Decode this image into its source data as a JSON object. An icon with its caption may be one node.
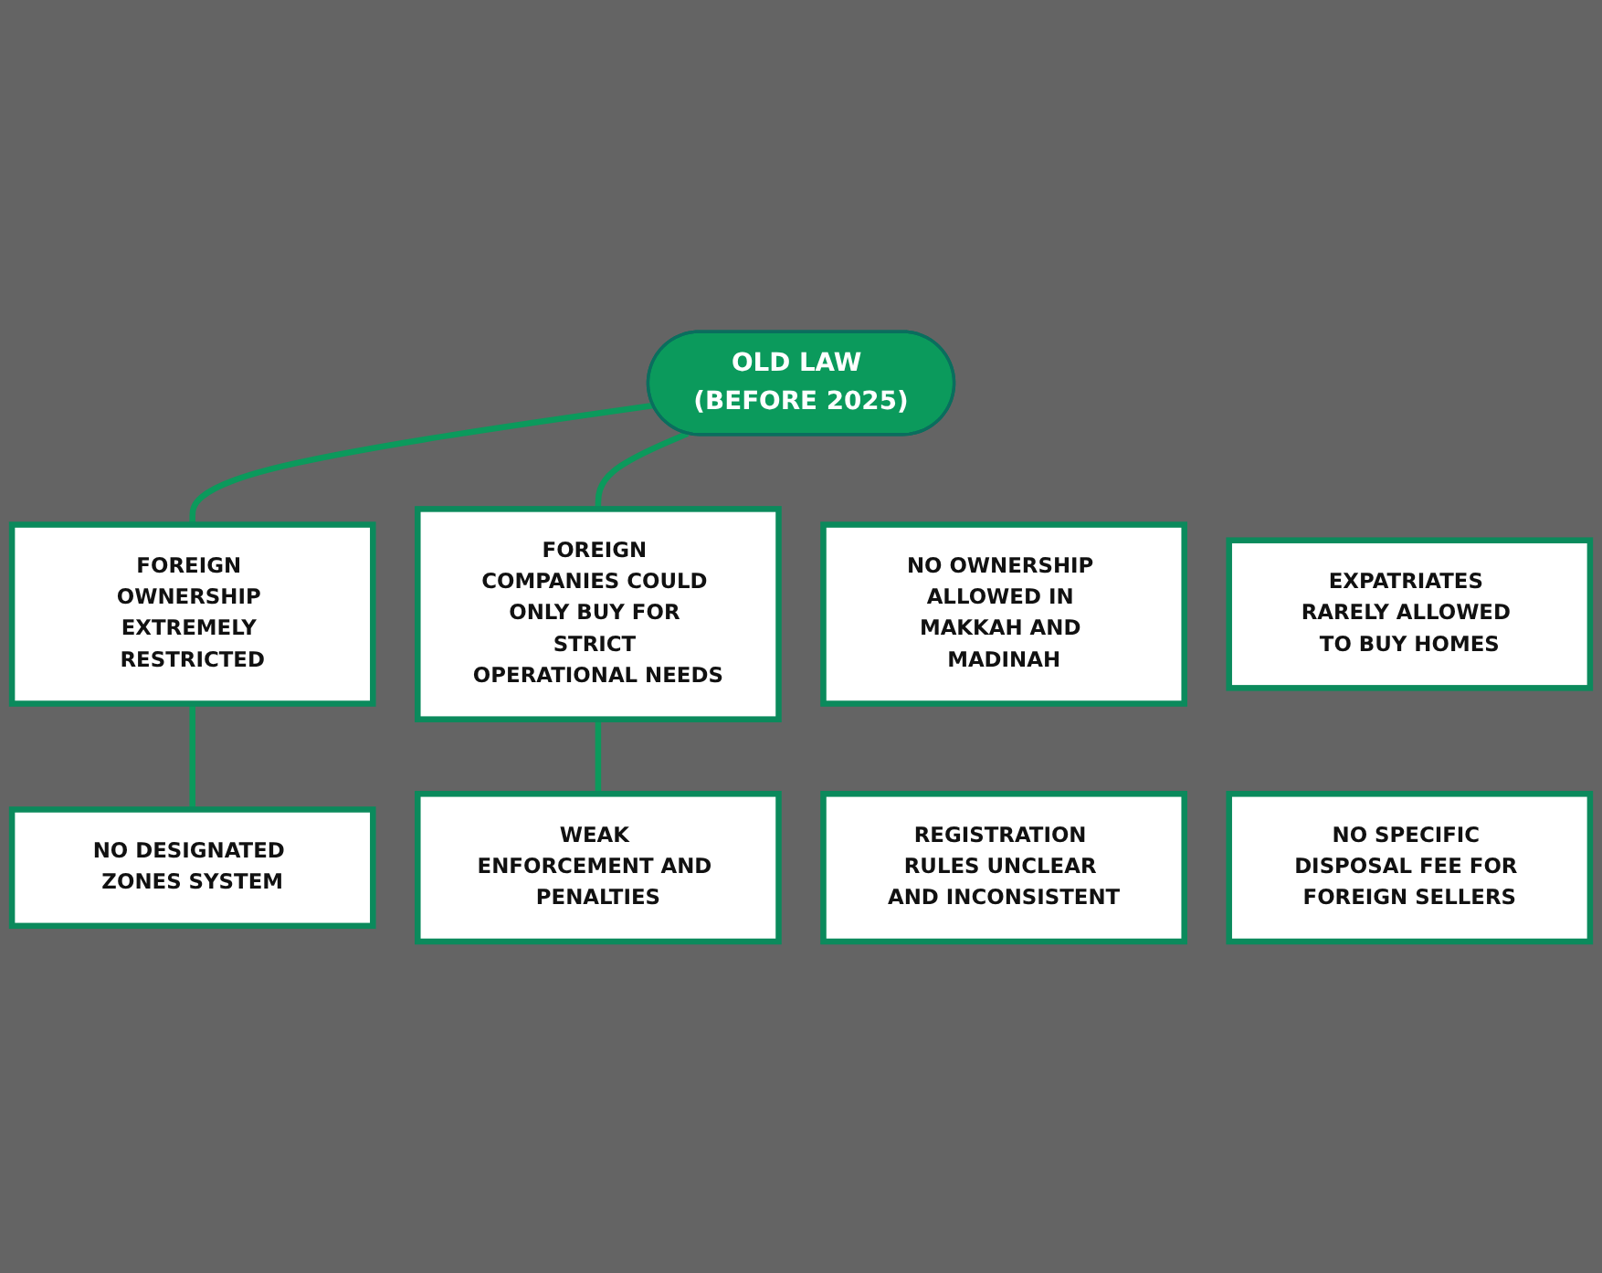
{
  "diagram": {
    "nodes": [
      {
        "text": [
          "OLD LAW (BEFORE 2025)"
        ]
      },
      {
        "text": [
          "FOREIGN OWNERSHIP EXTREMELY RESTRICTED"
        ]
      },
      {
        "text": [
          "NO OWNERSHIP ALLOWED IN MAKKAH AND MADINAH"
        ]
      },
      {
        "text": [
          "EXPATRIATES RARELY ALLOWED TO BUY HOMES"
        ]
      },
      {
        "text": [
          "FOREIGN COMPANIES COULD ONLY BUY FOR STRICT OPERATIONAL NEEDS"
        ]
      },
      {
        "text": [
          "NO DESIGNATED ZONES SYSTEM"
        ]
      },
      {
        "text": [
          "REGISTRATION RULES UNCLEAR AND INCONSISTENT"
        ]
      },
      {
        "text": [
          "NO SPECIFIC DISPOSAL FEE FOR FOREIGN SELLERS"
        ]
      },
      {
        "text": [
          "WEAK ENFORCEMENT AND PENALTIES"
        ]
      }
    ],
    "edges": [
      {
        "from": 0,
        "to": 1,
        "arrow": "none"
      },
      {
        "from": 0,
        "to": 4,
        "arrow": "none"
      },
      {
        "from": 1,
        "to": 5,
        "arrow": "none"
      },
      {
        "from": 4,
        "to": 8,
        "arrow": "none"
      }
    ]
  }
}
